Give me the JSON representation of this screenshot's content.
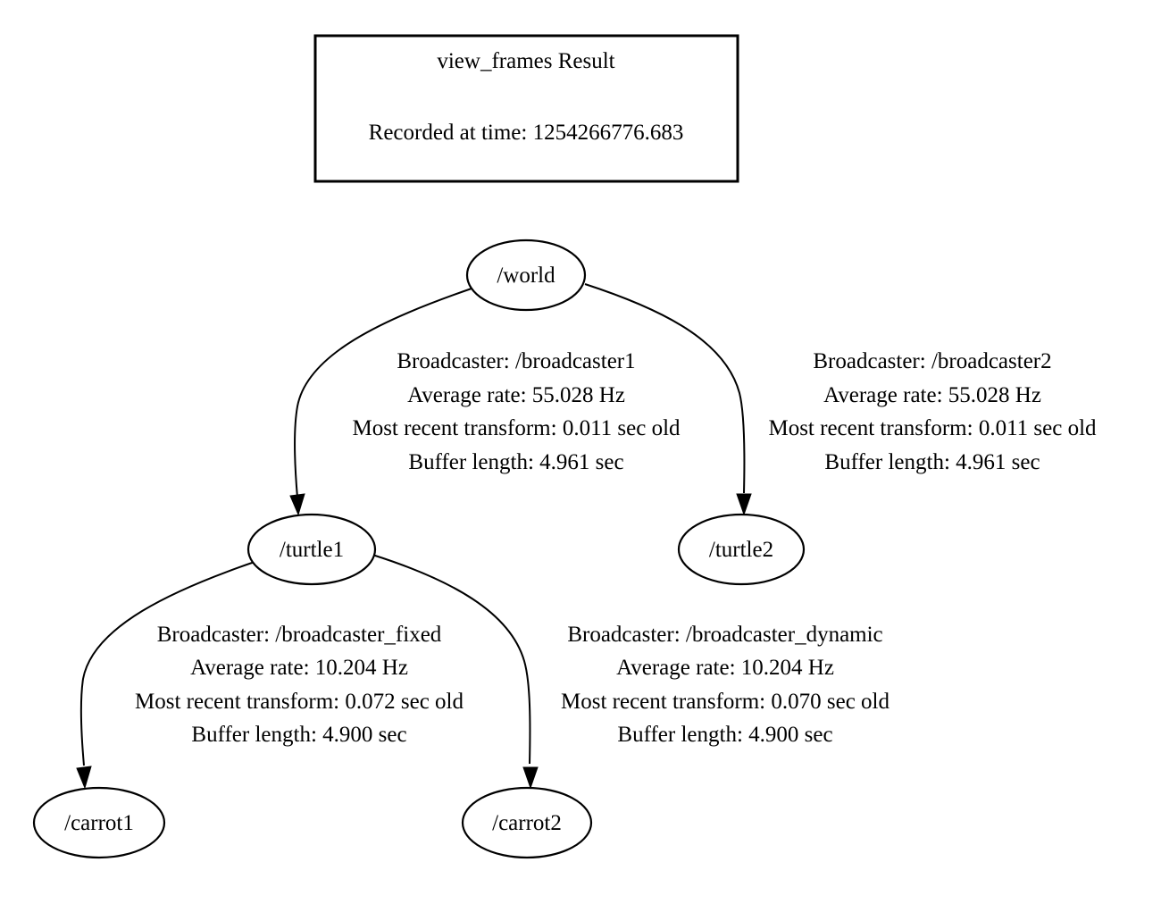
{
  "title_box": {
    "title": "view_frames Result",
    "recorded": "Recorded at time: 1254266776.683"
  },
  "nodes": {
    "world": {
      "label": "/world"
    },
    "turtle1": {
      "label": "/turtle1"
    },
    "turtle2": {
      "label": "/turtle2"
    },
    "carrot1": {
      "label": "/carrot1"
    },
    "carrot2": {
      "label": "/carrot2"
    }
  },
  "edges": {
    "world_to_turtle1": {
      "broadcaster": "Broadcaster: /broadcaster1",
      "average_rate": "Average rate: 55.028 Hz",
      "most_recent": "Most recent transform: 0.011 sec old",
      "buffer_length": "Buffer length: 4.961 sec"
    },
    "world_to_turtle2": {
      "broadcaster": "Broadcaster: /broadcaster2",
      "average_rate": "Average rate: 55.028 Hz",
      "most_recent": "Most recent transform: 0.011 sec old",
      "buffer_length": "Buffer length: 4.961 sec"
    },
    "turtle1_to_carrot1": {
      "broadcaster": "Broadcaster: /broadcaster_fixed",
      "average_rate": "Average rate: 10.204 Hz",
      "most_recent": "Most recent transform: 0.072 sec old",
      "buffer_length": "Buffer length: 4.900 sec"
    },
    "turtle1_to_carrot2": {
      "broadcaster": "Broadcaster: /broadcaster_dynamic",
      "average_rate": "Average rate: 10.204 Hz",
      "most_recent": "Most recent transform: 0.070 sec old",
      "buffer_length": "Buffer length: 4.900 sec"
    }
  },
  "colors": {
    "background": "#ffffff",
    "stroke": "#000000",
    "text": "#000000"
  }
}
